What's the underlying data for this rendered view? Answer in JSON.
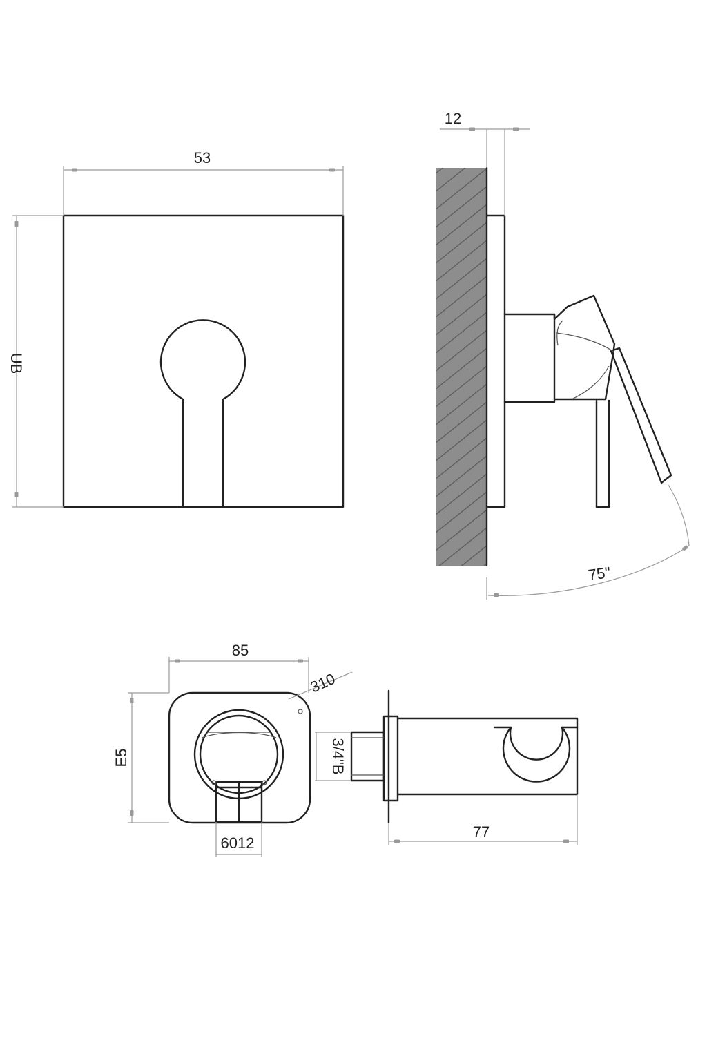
{
  "dimensions": {
    "plate_width": "53",
    "plate_height": "UB",
    "wall_offset": "12",
    "lever_angle": "75\"",
    "holder_width": "85",
    "holder_corner": "310",
    "holder_height": "E5",
    "connector": "6012",
    "thread": "3/4\"B",
    "holder_depth": "77"
  },
  "colors": {
    "line": "#222222",
    "dimension": "#9a9a9a",
    "wall_fill": "#8d8d8d"
  }
}
